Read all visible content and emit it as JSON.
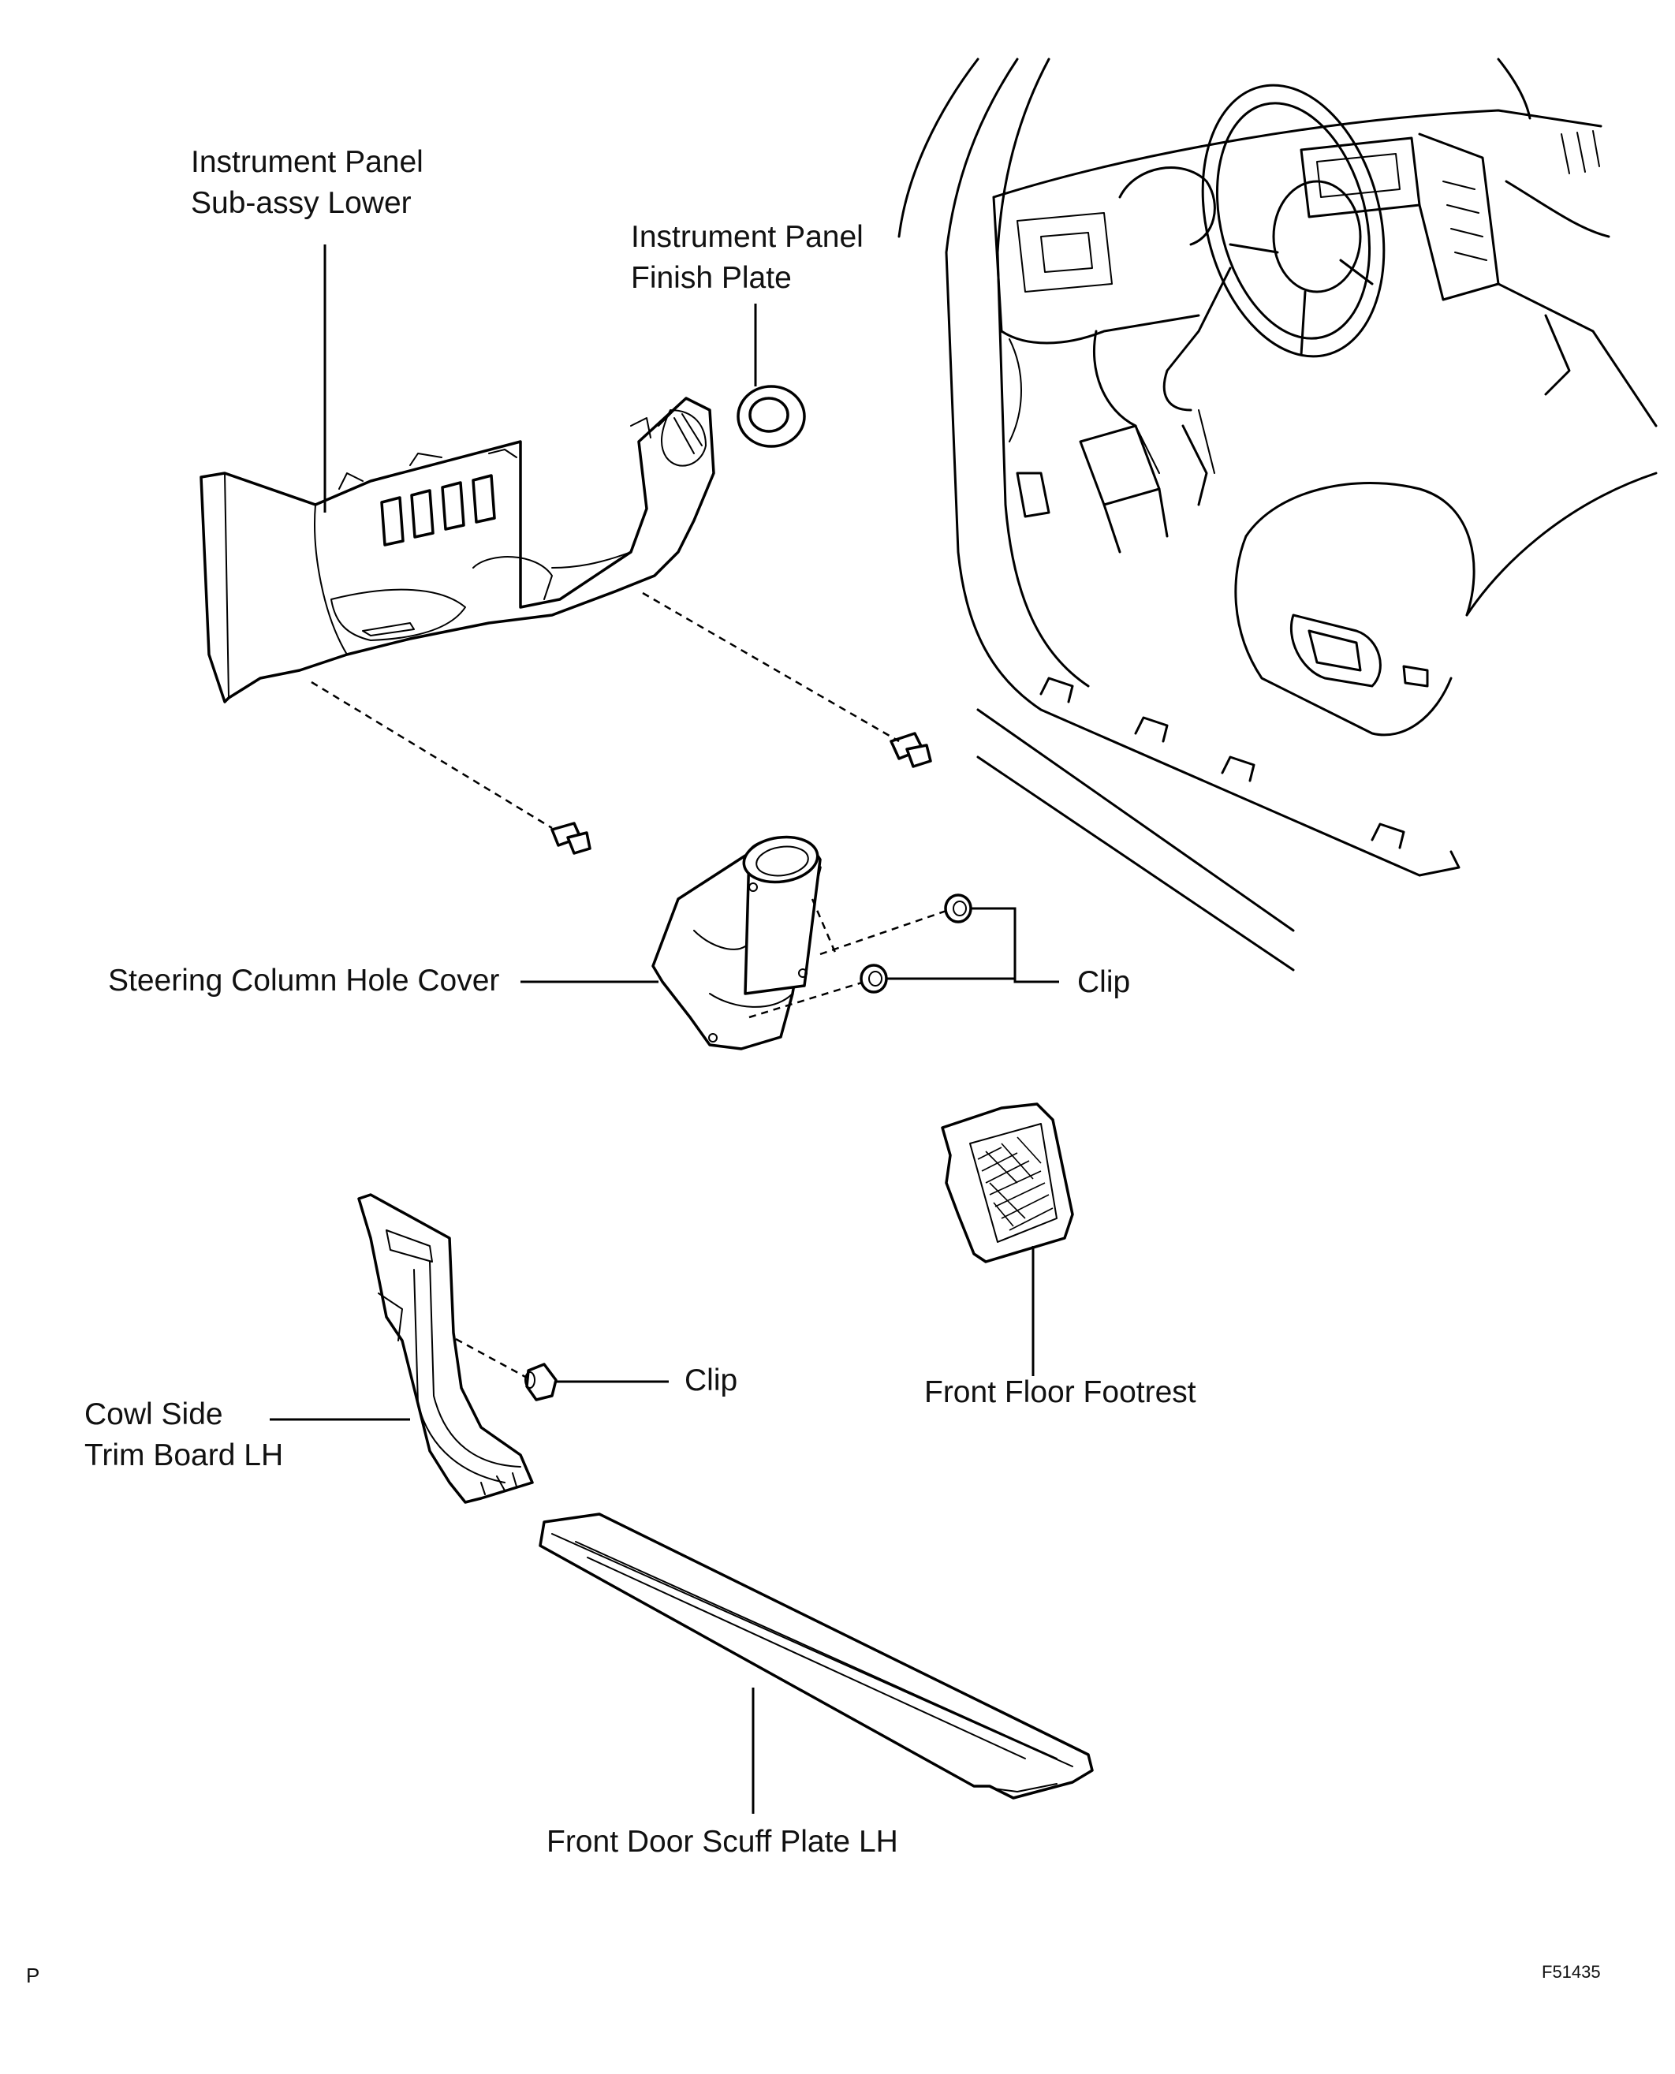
{
  "labels": {
    "instrument_panel_sub_assy_lower": "Instrument Panel\nSub-assy Lower",
    "instrument_panel_finish_plate": "Instrument Panel\nFinish Plate",
    "steering_column_hole_cover": "Steering Column Hole Cover",
    "clip_upper": "Clip",
    "clip_lower": "Clip",
    "cowl_side_trim_board_lh": "Cowl Side\nTrim Board LH",
    "front_floor_footrest": "Front Floor Footrest",
    "front_door_scuff_plate_lh": "Front Door Scuff Plate LH"
  },
  "footer": {
    "left_code": "P",
    "figure_id": "F51435"
  }
}
